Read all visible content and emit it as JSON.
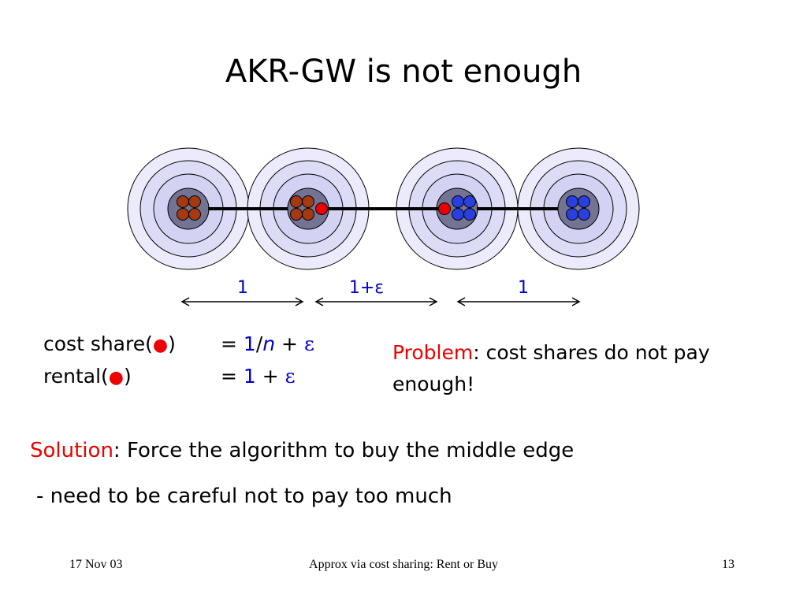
{
  "slide": {
    "title": "AKR-GW is not enough",
    "distances": [
      "1",
      "1+ε",
      "1"
    ],
    "formula": {
      "row1": {
        "prefix": "cost share(",
        "dot": "●",
        "suffix": ")",
        "eq": "= ",
        "one": "1",
        "slash": "/",
        "n": "n",
        "plus": " + ",
        "eps": "ε"
      },
      "row2": {
        "prefix": "rental(",
        "dot": "●",
        "suffix": ")",
        "eq": "= ",
        "one": "1",
        "plus": " + ",
        "eps": "ε"
      }
    },
    "problem": {
      "label": "Problem",
      "text": ": cost shares do not pay enough!"
    },
    "solution": {
      "label": "Solution",
      "text": ": Force the algorithm to buy the middle edge"
    },
    "bullet": "- need to be careful not to pay too much",
    "footer": {
      "date": "17 Nov 03",
      "center": "Approx via cost sharing: Rent or Buy",
      "page": "13"
    },
    "colors": {
      "ring_fill": "#dcdcf7",
      "core_fill": "#737394",
      "brown": "#a53a12",
      "blue": "#2a3fdf",
      "red": "#ee0000",
      "label_blue": "#0000cc"
    }
  }
}
